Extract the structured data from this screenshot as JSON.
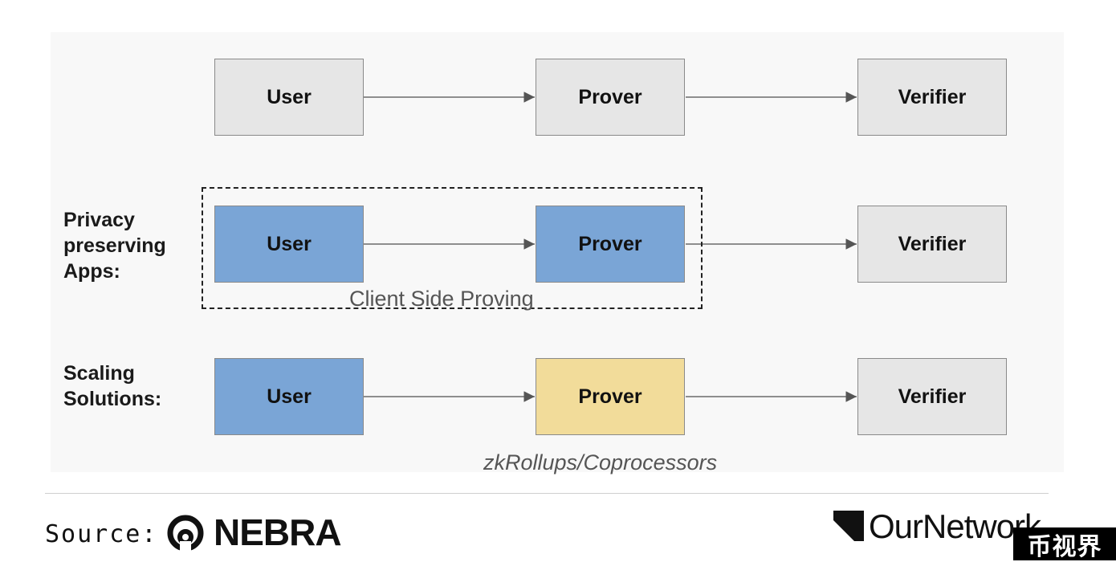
{
  "rows": [
    {
      "label": "",
      "nodes": [
        {
          "text": "User",
          "fill": "#e6e6e6"
        },
        {
          "text": "Prover",
          "fill": "#e6e6e6"
        },
        {
          "text": "Verifier",
          "fill": "#e6e6e6"
        }
      ]
    },
    {
      "label": "Privacy\npreserving\nApps:",
      "nodes": [
        {
          "text": "User",
          "fill": "#7aa5d6"
        },
        {
          "text": "Prover",
          "fill": "#7aa5d6"
        },
        {
          "text": "Verifier",
          "fill": "#e6e6e6"
        }
      ],
      "group_caption": "Client Side Proving"
    },
    {
      "label": "Scaling\nSolutions:",
      "nodes": [
        {
          "text": "User",
          "fill": "#7aa5d6"
        },
        {
          "text": "Prover",
          "fill": "#f2dc9a"
        },
        {
          "text": "Verifier",
          "fill": "#e6e6e6"
        }
      ],
      "prover_caption": "zkRollups/Coprocessors"
    }
  ],
  "footer": {
    "source_label": "Source:",
    "nebra_brand": "NEBRA",
    "ournetwork_brand": "OurNetwork",
    "watermark": "币视界"
  },
  "colors": {
    "arrow": "#6b6b6b",
    "box_border": "#8a8a8a"
  }
}
